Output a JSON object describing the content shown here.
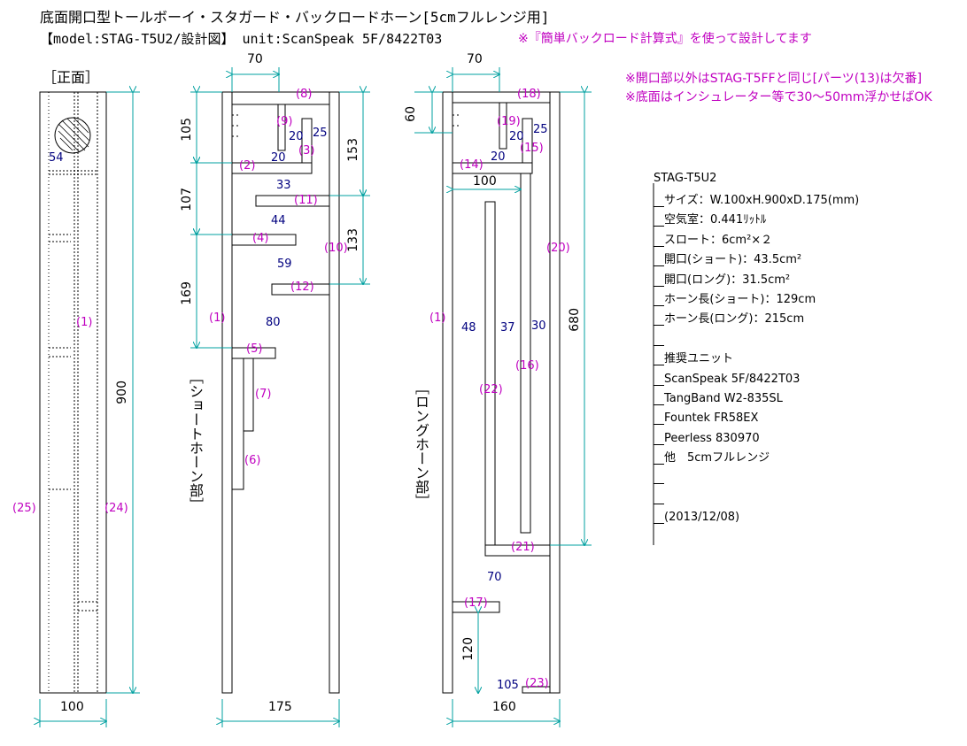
{
  "header": {
    "title": "底面開口型トールボーイ・スタガード・バックロードホーン[5cmフルレンジ用]",
    "model": "【model:STAG-T5U2/設計図】 unit:ScanSpeak 5F/8422T03",
    "tool_note": "※『簡単バックロード計算式』を使って設計してます"
  },
  "notes": [
    "※開口部以外はSTAG-T5FFと同じ[パーツ(13)は欠番]",
    "※底面はインシュレーター等で30〜50mm浮かせばOK"
  ],
  "views": {
    "front": {
      "label": "［正面］",
      "width": "100",
      "height": "900",
      "hole": "54",
      "part1": "(1)",
      "part25": "(25)",
      "part24": "(24)"
    },
    "short": {
      "label": "［ショートホーン部］",
      "top_width": "70",
      "width": "175",
      "dims_left": [
        "105",
        "107",
        "169"
      ],
      "dims_right": [
        "153",
        "133"
      ],
      "inner": [
        "20",
        "25",
        "20",
        "33",
        "44",
        "59",
        "80"
      ],
      "parts": [
        "(8)",
        "(9)",
        "(3)",
        "(2)",
        "(11)",
        "(4)",
        "(10)",
        "(12)",
        "(1)",
        "(5)",
        "(7)",
        "(6)"
      ]
    },
    "long": {
      "label": "［ロングホーン部］",
      "top_width": "70",
      "width": "160",
      "dim_left": "60",
      "dim_right": "680",
      "inner": [
        "20",
        "25",
        "20",
        "100",
        "48",
        "37",
        "30",
        "70",
        "120",
        "105"
      ],
      "parts": [
        "(18)",
        "(19)",
        "(15)",
        "(14)",
        "(20)",
        "(1)",
        "(16)",
        "(22)",
        "(21)",
        "(17)",
        "(23)"
      ]
    }
  },
  "spec": {
    "name": "STAG-T5U2",
    "lines": [
      "サイズ：W.100xH.900xD.175(mm)",
      "空気室：0.441ﾘｯﾄﾙ",
      "スロート：6cm²×２",
      "開口(ショート)：43.5cm²",
      "開口(ロング)：31.5cm²",
      "ホーン長(ショート)：129cm",
      "ホーン長(ロング)：215cm",
      "",
      "推奨ユニット",
      "ScanSpeak 5F/8422T03",
      "TangBand W2-835SL",
      "Fountek FR58EX",
      "Peerless 830970",
      "他　5cmフルレンジ",
      "",
      "",
      "(2013/12/08)"
    ]
  },
  "colors": {
    "dimension": "#00a0a0",
    "part_label": "#c000c0",
    "inner_dim": "#00007f",
    "drawing": "#000000"
  }
}
